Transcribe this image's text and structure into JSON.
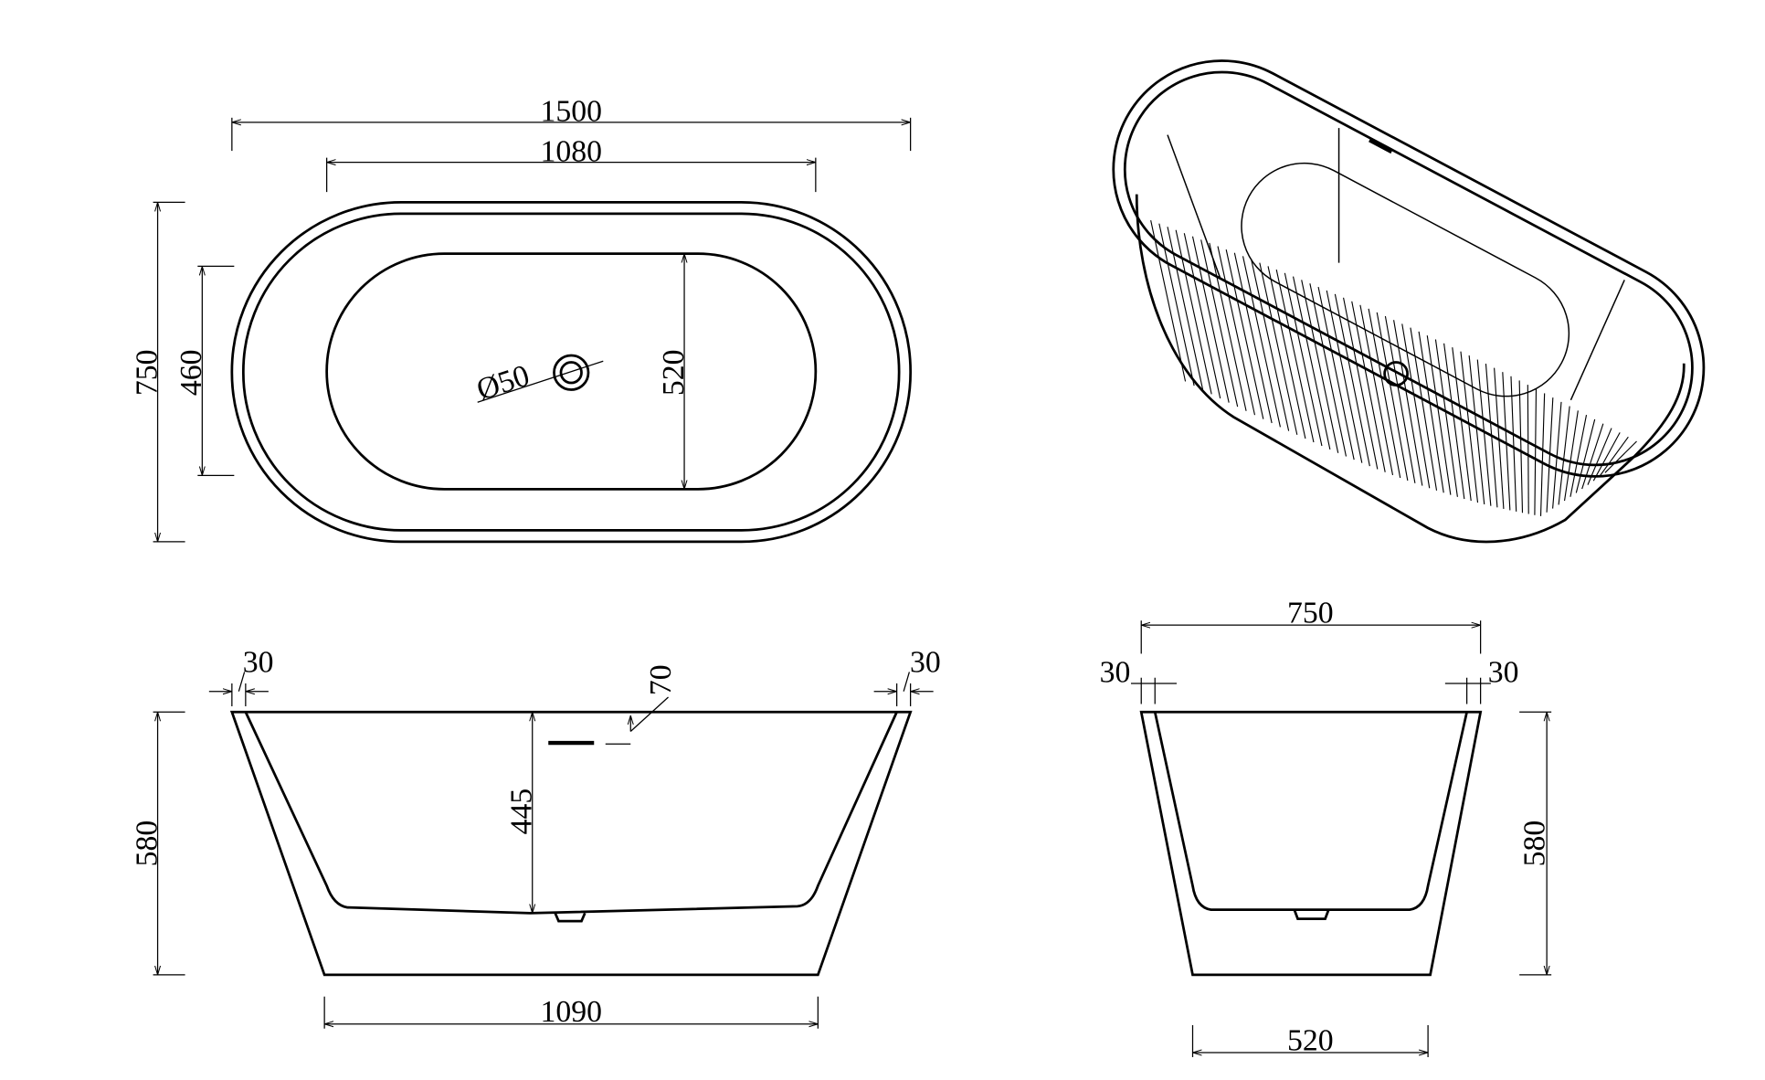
{
  "top_view": {
    "length": "1500",
    "inner_length": "1080",
    "width": "750",
    "inner_width": "460",
    "basin_width": "520",
    "drain_diameter": "Ø50"
  },
  "front_view": {
    "rim_left": "30",
    "rim_right": "30",
    "overflow_offset": "70",
    "height": "580",
    "inner_depth": "445",
    "base_length": "1090"
  },
  "side_view": {
    "width": "750",
    "rim_left": "30",
    "rim_right": "30",
    "height": "580",
    "base_width": "520"
  },
  "colors": {
    "line": "#000000",
    "background": "#ffffff"
  }
}
